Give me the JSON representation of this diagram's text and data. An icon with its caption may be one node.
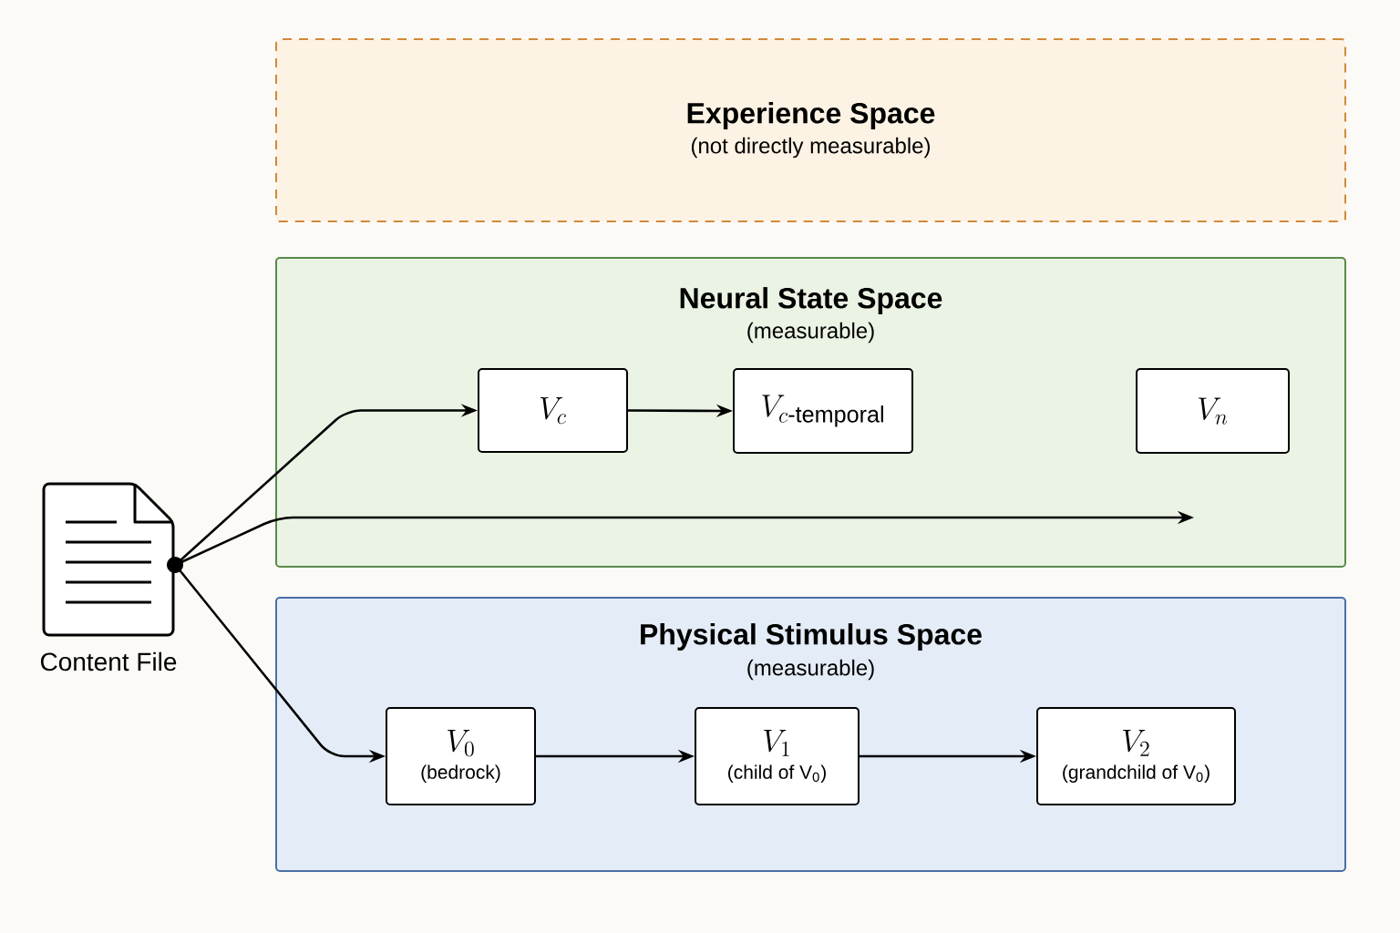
{
  "diagram": {
    "nodes": [
      {
        "text": [
          "Experience Space",
          "(not directly measurable)"
        ]
      },
      {
        "text": [
          "Neural State Space",
          "(measurable)"
        ]
      },
      {
        "text": [
          "V_{c}"
        ],
        "in": 1
      },
      {
        "text": [
          "V_{c\\text{-temporal}}"
        ],
        "in": 1
      },
      {
        "text": [
          "V_{n}"
        ],
        "in": 1
      },
      {
        "text": [
          "Physical Stimulus Space",
          "(measurable)"
        ]
      },
      {
        "text": [
          "V_{0}",
          "(bedrock)"
        ],
        "in": 5
      },
      {
        "text": [
          "V_{1}",
          "(child of V$_{0}$)"
        ],
        "in": 5
      },
      {
        "text": [
          "V_{2}",
          "(grandchild of V$_{0}$)"
        ],
        "in": 5
      },
      {
        "text": [
          "Content File"
        ]
      }
    ],
    "edges": [
      {
        "from": 9,
        "to": 2,
        "arrow": "to"
      },
      {
        "from": 2,
        "to": 3,
        "arrow": "to"
      },
      {
        "from": 9,
        "to": null,
        "arrow": "to"
      },
      {
        "from": 9,
        "to": 6,
        "arrow": "to"
      },
      {
        "from": 6,
        "to": 7,
        "arrow": "to"
      },
      {
        "from": 7,
        "to": 8,
        "arrow": "to"
      }
    ]
  }
}
